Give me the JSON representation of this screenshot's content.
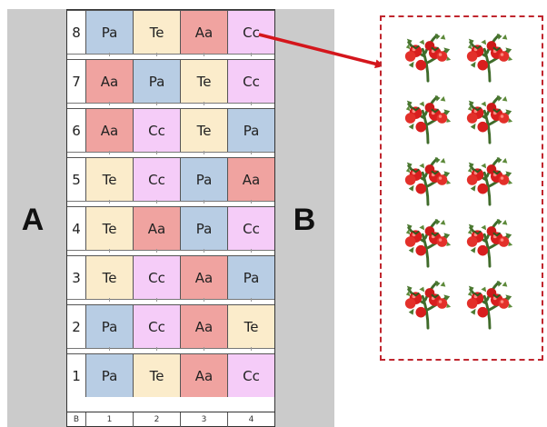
{
  "labels": {
    "left": "A",
    "right": "B"
  },
  "colors": {
    "Pa": "#b8cde4",
    "Te": "#fbeccb",
    "Aa": "#f0a3a0",
    "Cc": "#f5ccf8",
    "strip": "#cbcbcb",
    "arrow": "#d4161c",
    "box_border": "#c0262e"
  },
  "plot_rows": [
    {
      "num": "8",
      "cells": [
        "Pa",
        "Te",
        "Aa",
        "Cc"
      ]
    },
    {
      "num": "7",
      "cells": [
        "Aa",
        "Pa",
        "Te",
        "Cc"
      ]
    },
    {
      "num": "6",
      "cells": [
        "Aa",
        "Cc",
        "Te",
        "Pa"
      ]
    },
    {
      "num": "5",
      "cells": [
        "Te",
        "Cc",
        "Pa",
        "Aa"
      ]
    },
    {
      "num": "4",
      "cells": [
        "Te",
        "Aa",
        "Pa",
        "Cc"
      ]
    },
    {
      "num": "3",
      "cells": [
        "Te",
        "Cc",
        "Aa",
        "Pa"
      ]
    },
    {
      "num": "2",
      "cells": [
        "Pa",
        "Cc",
        "Aa",
        "Te"
      ]
    },
    {
      "num": "1",
      "cells": [
        "Pa",
        "Te",
        "Aa",
        "Cc"
      ]
    }
  ],
  "footer": [
    "B",
    "1",
    "2",
    "3",
    "4"
  ],
  "tomato_plant_icon": "tomato-plant-icon"
}
